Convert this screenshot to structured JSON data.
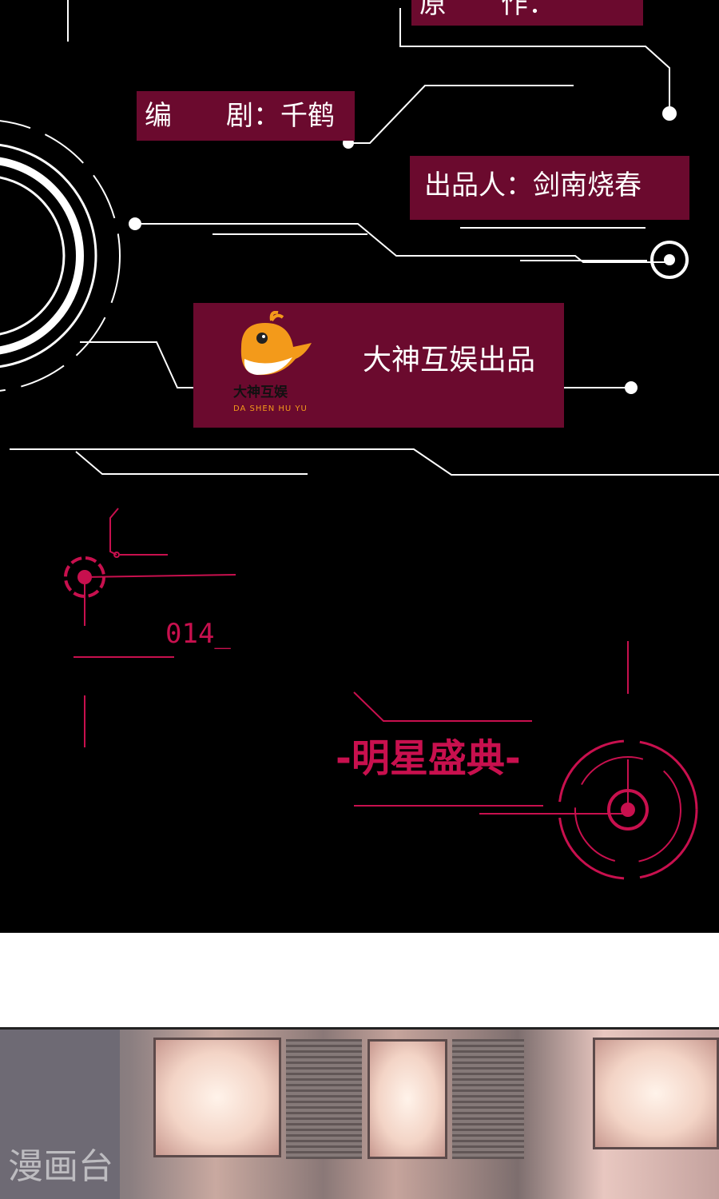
{
  "credits": {
    "original_author_label": "原　　作：",
    "screenwriter": "编　　剧：千鹤",
    "producer": "出品人：剑南烧春"
  },
  "studio": {
    "logo_cn": "大神互娱",
    "logo_en": "DA SHEN HU YU",
    "presents": "大神互娱出品"
  },
  "hud": {
    "chapter_number": "014_",
    "title": "-明星盛典-"
  },
  "colors": {
    "box": "#6b0a2e",
    "hud_pink": "#c8104e",
    "logo_orange": "#f39a1a"
  },
  "watermark": "漫画台"
}
